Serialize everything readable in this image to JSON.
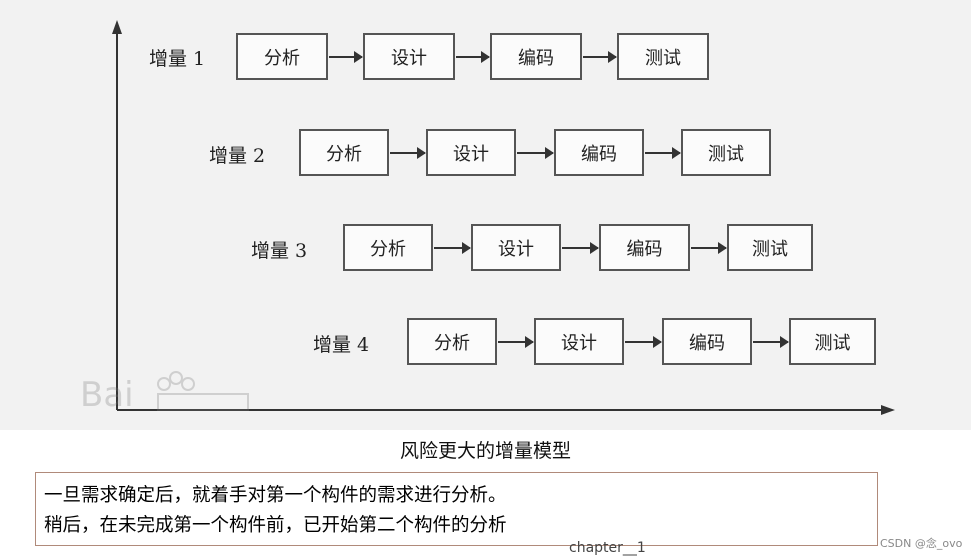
{
  "rows": [
    {
      "label": "增量 1",
      "steps": [
        "分析",
        "设计",
        "编码",
        "测试"
      ]
    },
    {
      "label": "增量 2",
      "steps": [
        "分析",
        "设计",
        "编码",
        "测试"
      ]
    },
    {
      "label": "增量 3",
      "steps": [
        "分析",
        "设计",
        "编码",
        "测试"
      ]
    },
    {
      "label": "增量 4",
      "steps": [
        "分析",
        "设计",
        "编码",
        "测试"
      ]
    }
  ],
  "caption": "风险更大的增量模型",
  "note": {
    "line1": "一旦需求确定后，就着手对第一个构件的需求进行分析。",
    "line2": "稍后，在未完成第一个构件前，已开始第二个构件的分析"
  },
  "chapter_label": "chapter__1",
  "credit": "CSDN @念_ovo",
  "colors": {
    "panel": "#f2f2f2",
    "stroke": "#555555",
    "axis": "#333333"
  }
}
